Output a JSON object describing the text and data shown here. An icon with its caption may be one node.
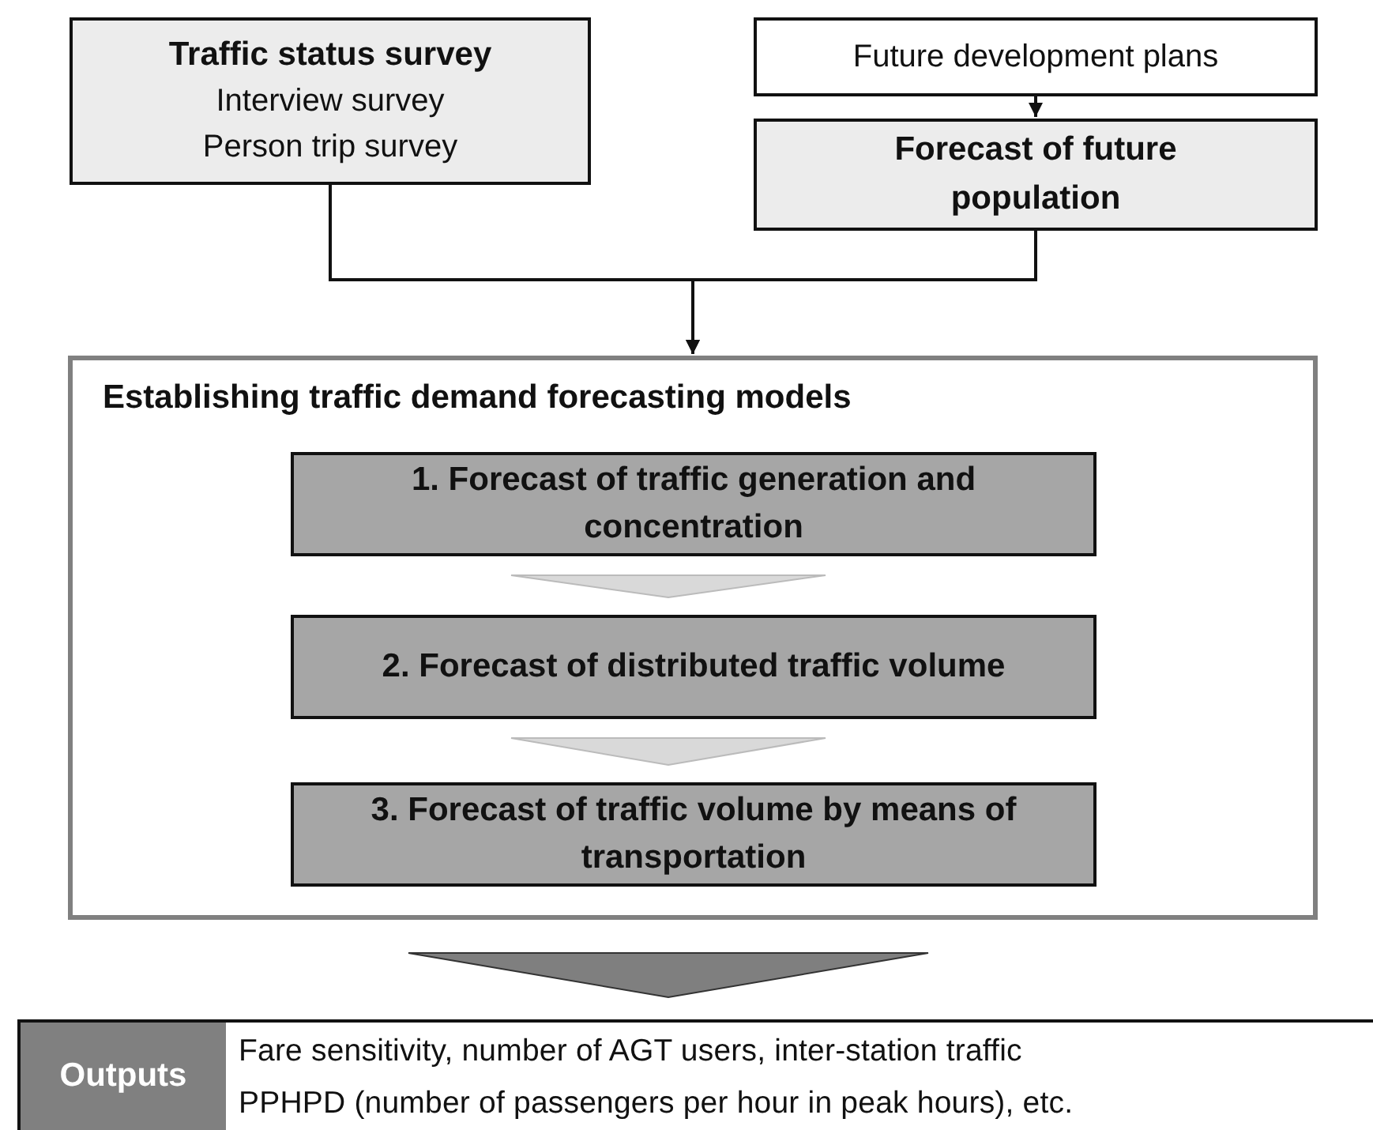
{
  "diagram": {
    "nodes": [
      {
        "text": [
          "Traffic status survey",
          "Interview survey",
          "Person trip survey"
        ]
      },
      {
        "text": [
          "Future development plans"
        ]
      },
      {
        "text": [
          "Forecast of future population"
        ]
      },
      {
        "text": [
          "Establishing traffic demand forecasting models"
        ]
      },
      {
        "text": [
          "1. Forecast of traffic generation and concentration"
        ],
        "in": 3
      },
      {
        "text": [
          "2. Forecast of distributed traffic volume"
        ],
        "in": 3
      },
      {
        "text": [
          "3. Forecast of traffic volume by means of transportation"
        ],
        "in": 3
      },
      {
        "text": [
          "Outputs",
          "Fare sensitivity, number of AGT users, inter-station traffic",
          "PPHPD (number of passengers per hour in peak hours), etc."
        ]
      }
    ],
    "edges": [
      {
        "from": 1,
        "to": 2,
        "arrow": "to"
      },
      {
        "from": 0,
        "to": 3,
        "arrow": "to"
      },
      {
        "from": 2,
        "to": 3,
        "arrow": "to"
      },
      {
        "from": 4,
        "to": 5,
        "arrow": "to",
        "style": "thick",
        "color": "#d9d9d9"
      },
      {
        "from": 5,
        "to": 6,
        "arrow": "to",
        "style": "thick",
        "color": "#d9d9d9"
      },
      {
        "from": 3,
        "to": 7,
        "arrow": "to",
        "style": "thick",
        "color": "#7f7f7f"
      }
    ]
  }
}
